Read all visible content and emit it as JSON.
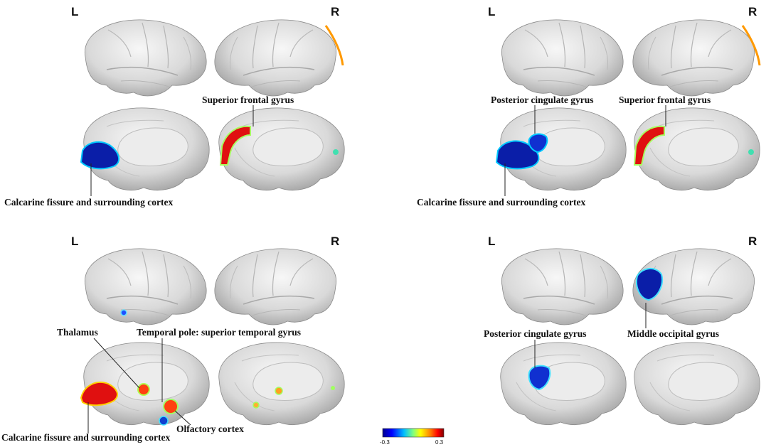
{
  "panels": [
    {
      "left_letter": "L",
      "right_letter": "R",
      "labels": [
        "Superior frontal gyrus",
        "Calcarine fissure and surrounding cortex"
      ]
    },
    {
      "left_letter": "L",
      "right_letter": "R",
      "labels": [
        "Posterior cingulate gyrus",
        "Superior frontal gyrus",
        "Calcarine fissure and surrounding cortex"
      ]
    },
    {
      "left_letter": "L",
      "right_letter": "R",
      "labels": [
        "Thalamus",
        "Temporal pole: superior temporal gyrus",
        "Olfactory cortex",
        "Calcarine fissure and surrounding cortex"
      ]
    },
    {
      "left_letter": "L",
      "right_letter": "R",
      "labels": [
        "Posterior cingulate gyrus",
        "Middle occipital gyrus"
      ]
    }
  ],
  "colorbar": {
    "min_label": "-0.3",
    "max_label": "0.3",
    "colors": [
      "#00008f",
      "#0000ff",
      "#00bfff",
      "#7fff7f",
      "#ffff00",
      "#ff7f00",
      "#ff0000",
      "#7f0000"
    ]
  }
}
